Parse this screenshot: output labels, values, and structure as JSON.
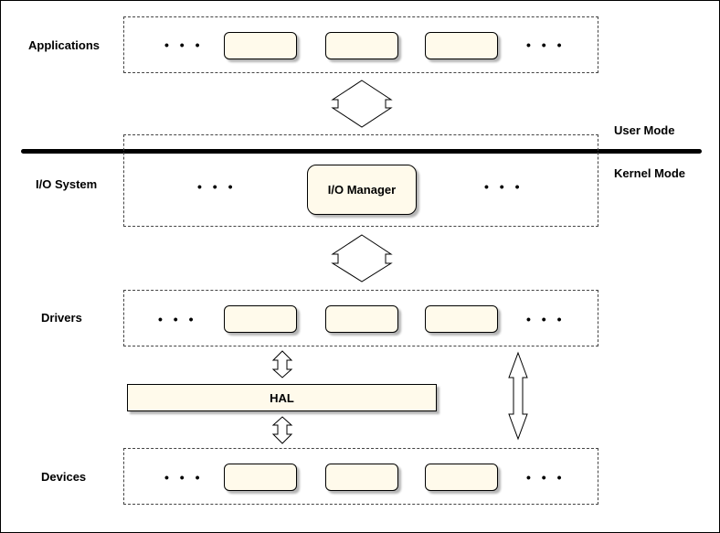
{
  "layers": {
    "applications": {
      "label": "Applications",
      "dots_left": "• • •",
      "dots_right": "• • •"
    },
    "io_system": {
      "label": "I/O System",
      "dots_left": "• • •",
      "dots_right": "• • •",
      "manager_label": "I/O Manager"
    },
    "drivers": {
      "label": "Drivers",
      "dots_left": "• • •",
      "dots_right": "• • •"
    },
    "devices": {
      "label": "Devices",
      "dots_left": "• • •",
      "dots_right": "• • •"
    }
  },
  "modes": {
    "user": "User Mode",
    "kernel": "Kernel Mode"
  },
  "hal": {
    "label": "HAL"
  },
  "colors": {
    "box_fill": "#fffaeb",
    "border": "#000000",
    "shadow": "#b5b5b5"
  }
}
